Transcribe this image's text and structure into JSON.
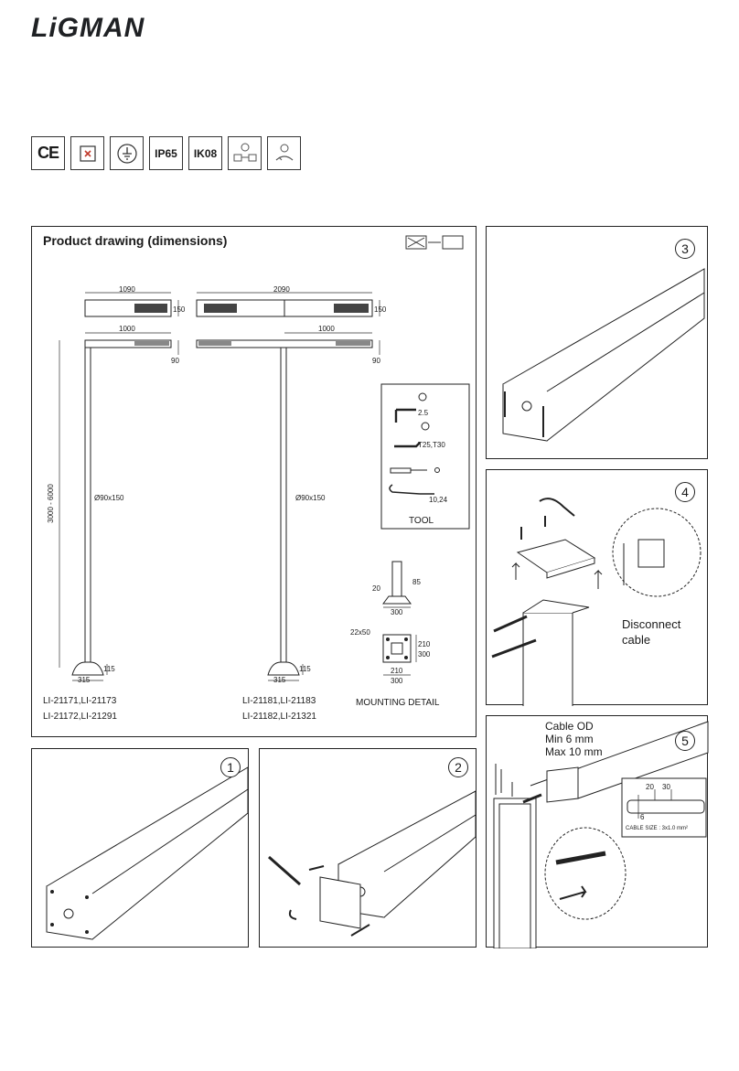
{
  "header": {
    "brand": "LiGMAN"
  },
  "certifications": [
    {
      "label": "CE",
      "icon": "ce-mark-icon"
    },
    {
      "label": "",
      "icon": "class-ii-icon"
    },
    {
      "label": "",
      "icon": "ground-icon"
    },
    {
      "label": "IP65",
      "icon": "ip-rating-icon"
    },
    {
      "label": "IK08",
      "icon": "ik-rating-icon"
    },
    {
      "label": "",
      "icon": "surge-protection-icon"
    },
    {
      "label": "",
      "icon": "recycle-info-icon"
    }
  ],
  "drawing": {
    "title": "Product drawing (dimensions)",
    "left": {
      "width_top": "1090",
      "head_height": "150",
      "arm_length": "1000",
      "arm_height": "90",
      "pole_height": "3000 - 6000",
      "pole_section": "Ø90x150",
      "base_height": "115",
      "base_width": "315",
      "models": [
        "LI-21171,LI-21173",
        "LI-21172,LI-21291"
      ]
    },
    "right": {
      "width_top": "2090",
      "head_height": "150",
      "arm_length": "1000",
      "arm_height": "90",
      "pole_section": "Ø90x150",
      "base_height": "115",
      "base_width": "315",
      "models": [
        "LI-21181,LI-21183",
        "LI-21182,LI-21321"
      ]
    },
    "tool": {
      "items": [
        "2.5",
        "T25,T30",
        "10,24"
      ],
      "label": "TOOL"
    },
    "mounting": {
      "dim_20": "20",
      "dim_85": "85",
      "dim_300a": "300",
      "anchor": "22x50",
      "dim_210a": "210",
      "dim_300b": "300",
      "dim_210b": "210",
      "dim_300c": "300",
      "label": "MOUNTING DETAIL"
    }
  },
  "steps": {
    "s1": "1",
    "s2": "2",
    "s3": "3",
    "s4": "4",
    "s4_text": [
      "Disconnect",
      "cable"
    ],
    "s5": "5",
    "s5_text": [
      "Cable OD",
      "Min 6 mm",
      "Max 10 mm"
    ],
    "s5_cable": {
      "d20": "20",
      "d30": "30",
      "d6": "6",
      "size": "CABLE SIZE : 3x1.0 mm²"
    }
  }
}
